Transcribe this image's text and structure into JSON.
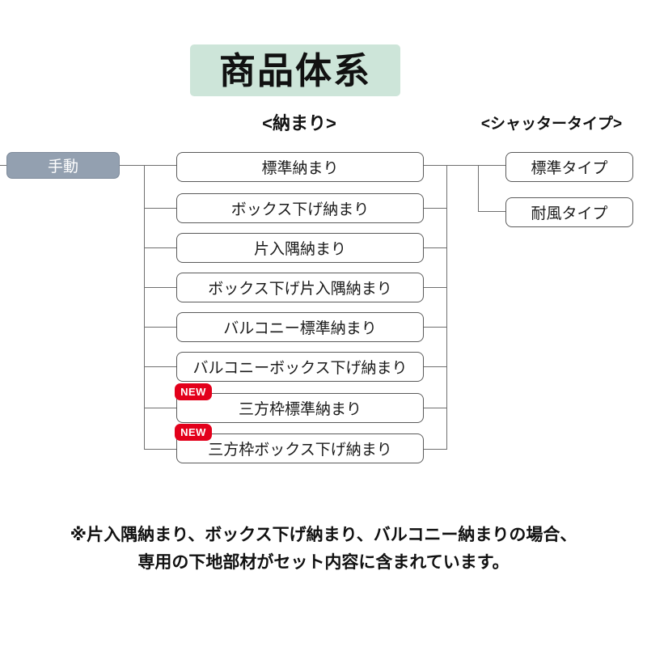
{
  "title": {
    "text": "商品体系",
    "background": "#cde5d9"
  },
  "headers": {
    "osamari": "<納まり>",
    "shutter": "<シャッタータイプ>"
  },
  "root": {
    "label": "手動",
    "background": "#93a0b0",
    "text_color": "#ffffff"
  },
  "osamari_nodes": [
    {
      "label": "標準納まり",
      "badge": null
    },
    {
      "label": "ボックス下げ納まり",
      "badge": null
    },
    {
      "label": "片入隅納まり",
      "badge": null
    },
    {
      "label": "ボックス下げ片入隅納まり",
      "badge": null
    },
    {
      "label": "バルコニー標準納まり",
      "badge": null
    },
    {
      "label": "バルコニーボックス下げ納まり",
      "badge": null
    },
    {
      "label": "三方枠標準納まり",
      "badge": "NEW"
    },
    {
      "label": "三方枠ボックス下げ納まり",
      "badge": "NEW"
    }
  ],
  "shutter_nodes": [
    {
      "label": "標準タイプ"
    },
    {
      "label": "耐風タイプ"
    }
  ],
  "badge": {
    "label": "NEW",
    "color": "#e3001b"
  },
  "footnote": {
    "line1": "※片入隅納まり、ボックス下げ納まり、バルコニー納まりの場合、",
    "line2": "専用の下地部材がセット内容に含まれています。"
  }
}
